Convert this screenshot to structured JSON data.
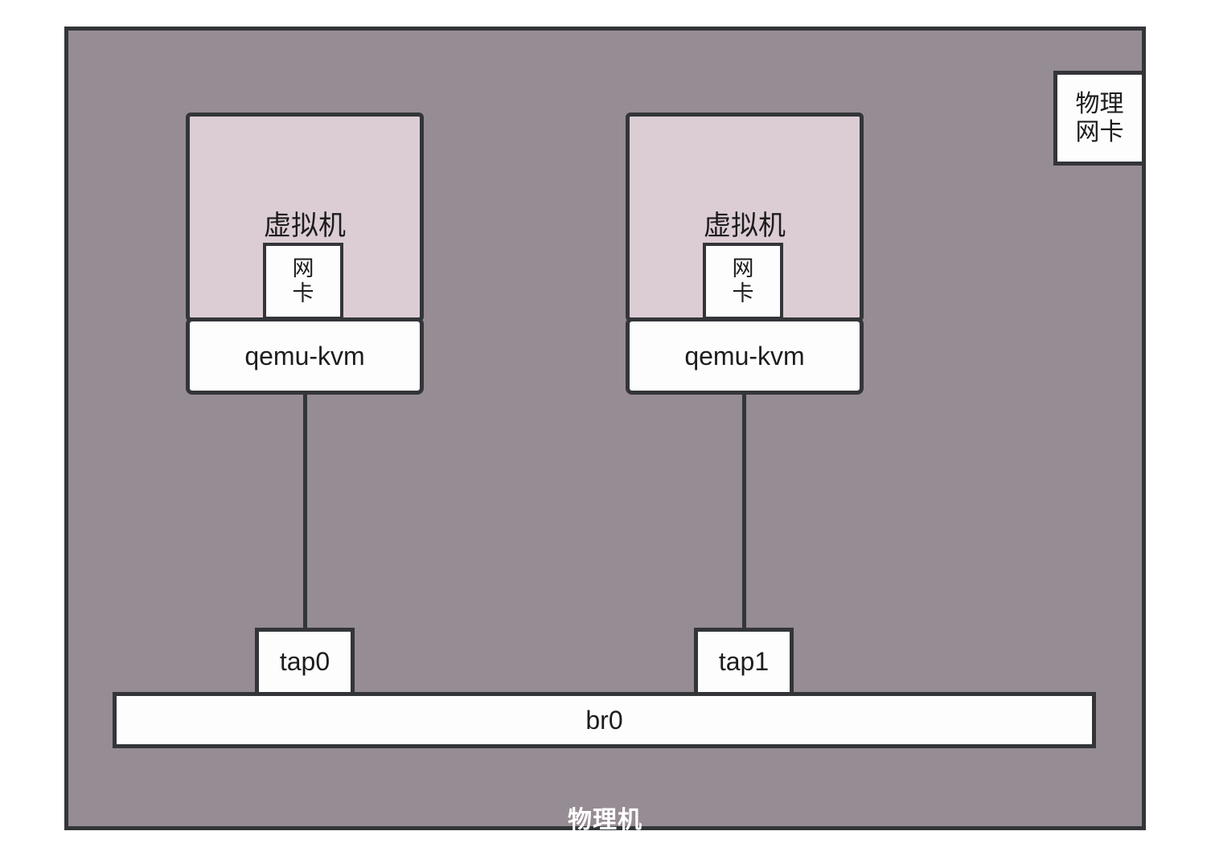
{
  "diagram": {
    "host": {
      "label": "物理机",
      "background_color": "#968C93",
      "border_color": "#333539"
    },
    "physical_nic": {
      "line1": "物理",
      "line2": "网卡"
    },
    "virtual_machines": [
      {
        "title": "虚拟机",
        "nic_line1": "网",
        "nic_line2": "卡",
        "hypervisor": "qemu-kvm",
        "tap": "tap0",
        "fill_color": "#DCCDD4"
      },
      {
        "title": "虚拟机",
        "nic_line1": "网",
        "nic_line2": "卡",
        "hypervisor": "qemu-kvm",
        "tap": "tap1",
        "fill_color": "#DCCDD4"
      }
    ],
    "bridge": {
      "label": "br0"
    }
  }
}
